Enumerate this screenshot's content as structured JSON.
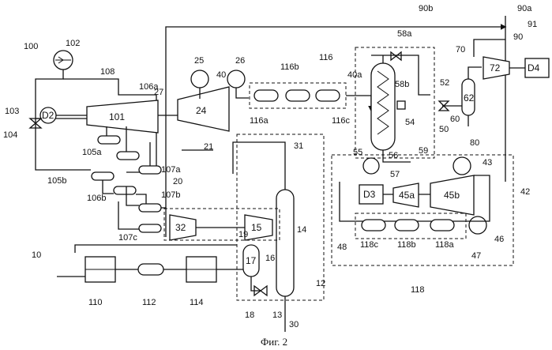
{
  "figure": {
    "caption": "Фиг. 2",
    "units": [
      "D2",
      "101",
      "24",
      "D3",
      "45a",
      "45b",
      "72",
      "D4",
      "62",
      "32",
      "15",
      "17"
    ],
    "labels": [
      "100",
      "102",
      "108",
      "103",
      "104",
      "105a",
      "105b",
      "106a",
      "106b",
      "107a",
      "107b",
      "107c",
      "27",
      "21",
      "20",
      "25",
      "26",
      "40",
      "40a",
      "116",
      "116a",
      "116b",
      "116c",
      "90b",
      "90a",
      "91",
      "90",
      "58a",
      "58b",
      "54",
      "56",
      "55",
      "57",
      "59",
      "70",
      "52",
      "60",
      "50",
      "80",
      "43",
      "42",
      "46",
      "47",
      "48",
      "118",
      "118a",
      "118b",
      "118c",
      "31",
      "14",
      "12",
      "13",
      "18",
      "19",
      "16",
      "10",
      "110",
      "112",
      "114",
      "30"
    ]
  }
}
